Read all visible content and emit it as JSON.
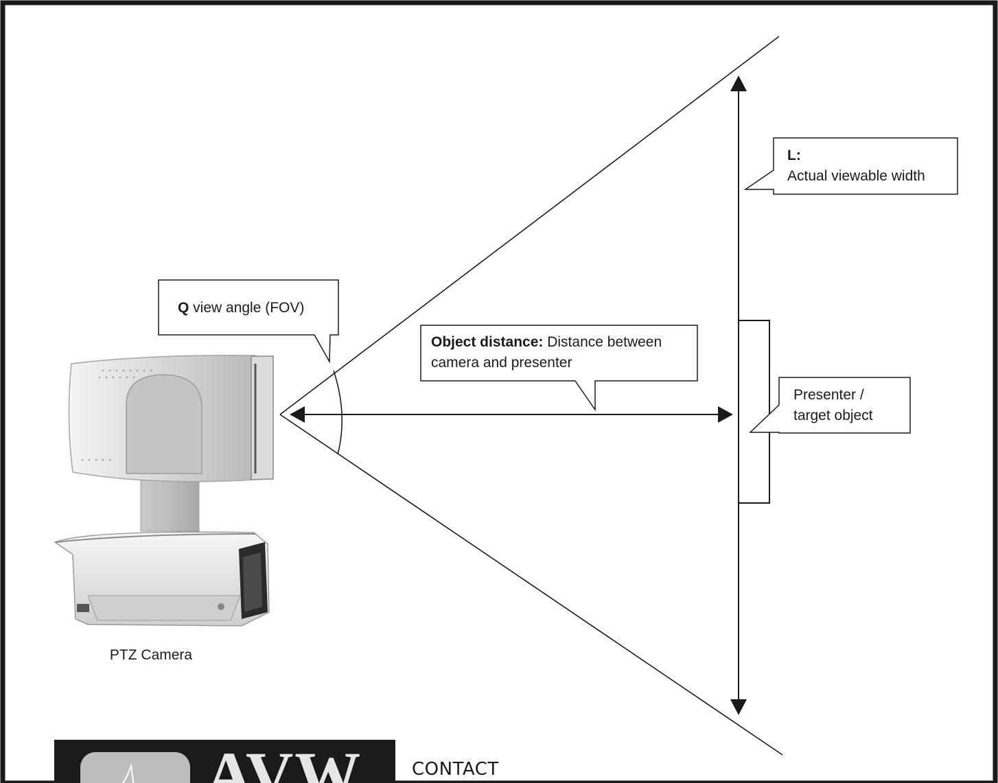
{
  "diagram": {
    "callouts": {
      "view_angle": {
        "bold": "Q",
        "text": " view angle (FOV)"
      },
      "object_distance": {
        "bold": "Object distance:",
        "text": " Distance between",
        "line2": "camera and presenter"
      },
      "viewable_width": {
        "bold": "L:",
        "text": "Actual viewable width"
      },
      "presenter": {
        "line1": "Presenter /",
        "line2": "target object"
      }
    },
    "camera_caption": "PTZ  Camera"
  },
  "footer": {
    "logo_text": "AVW",
    "contact_label": "CONTACT"
  },
  "colors": {
    "line": "#1a1a1a",
    "camera_body": "#d9d9d9",
    "logo_background": "#1a1a1a"
  }
}
